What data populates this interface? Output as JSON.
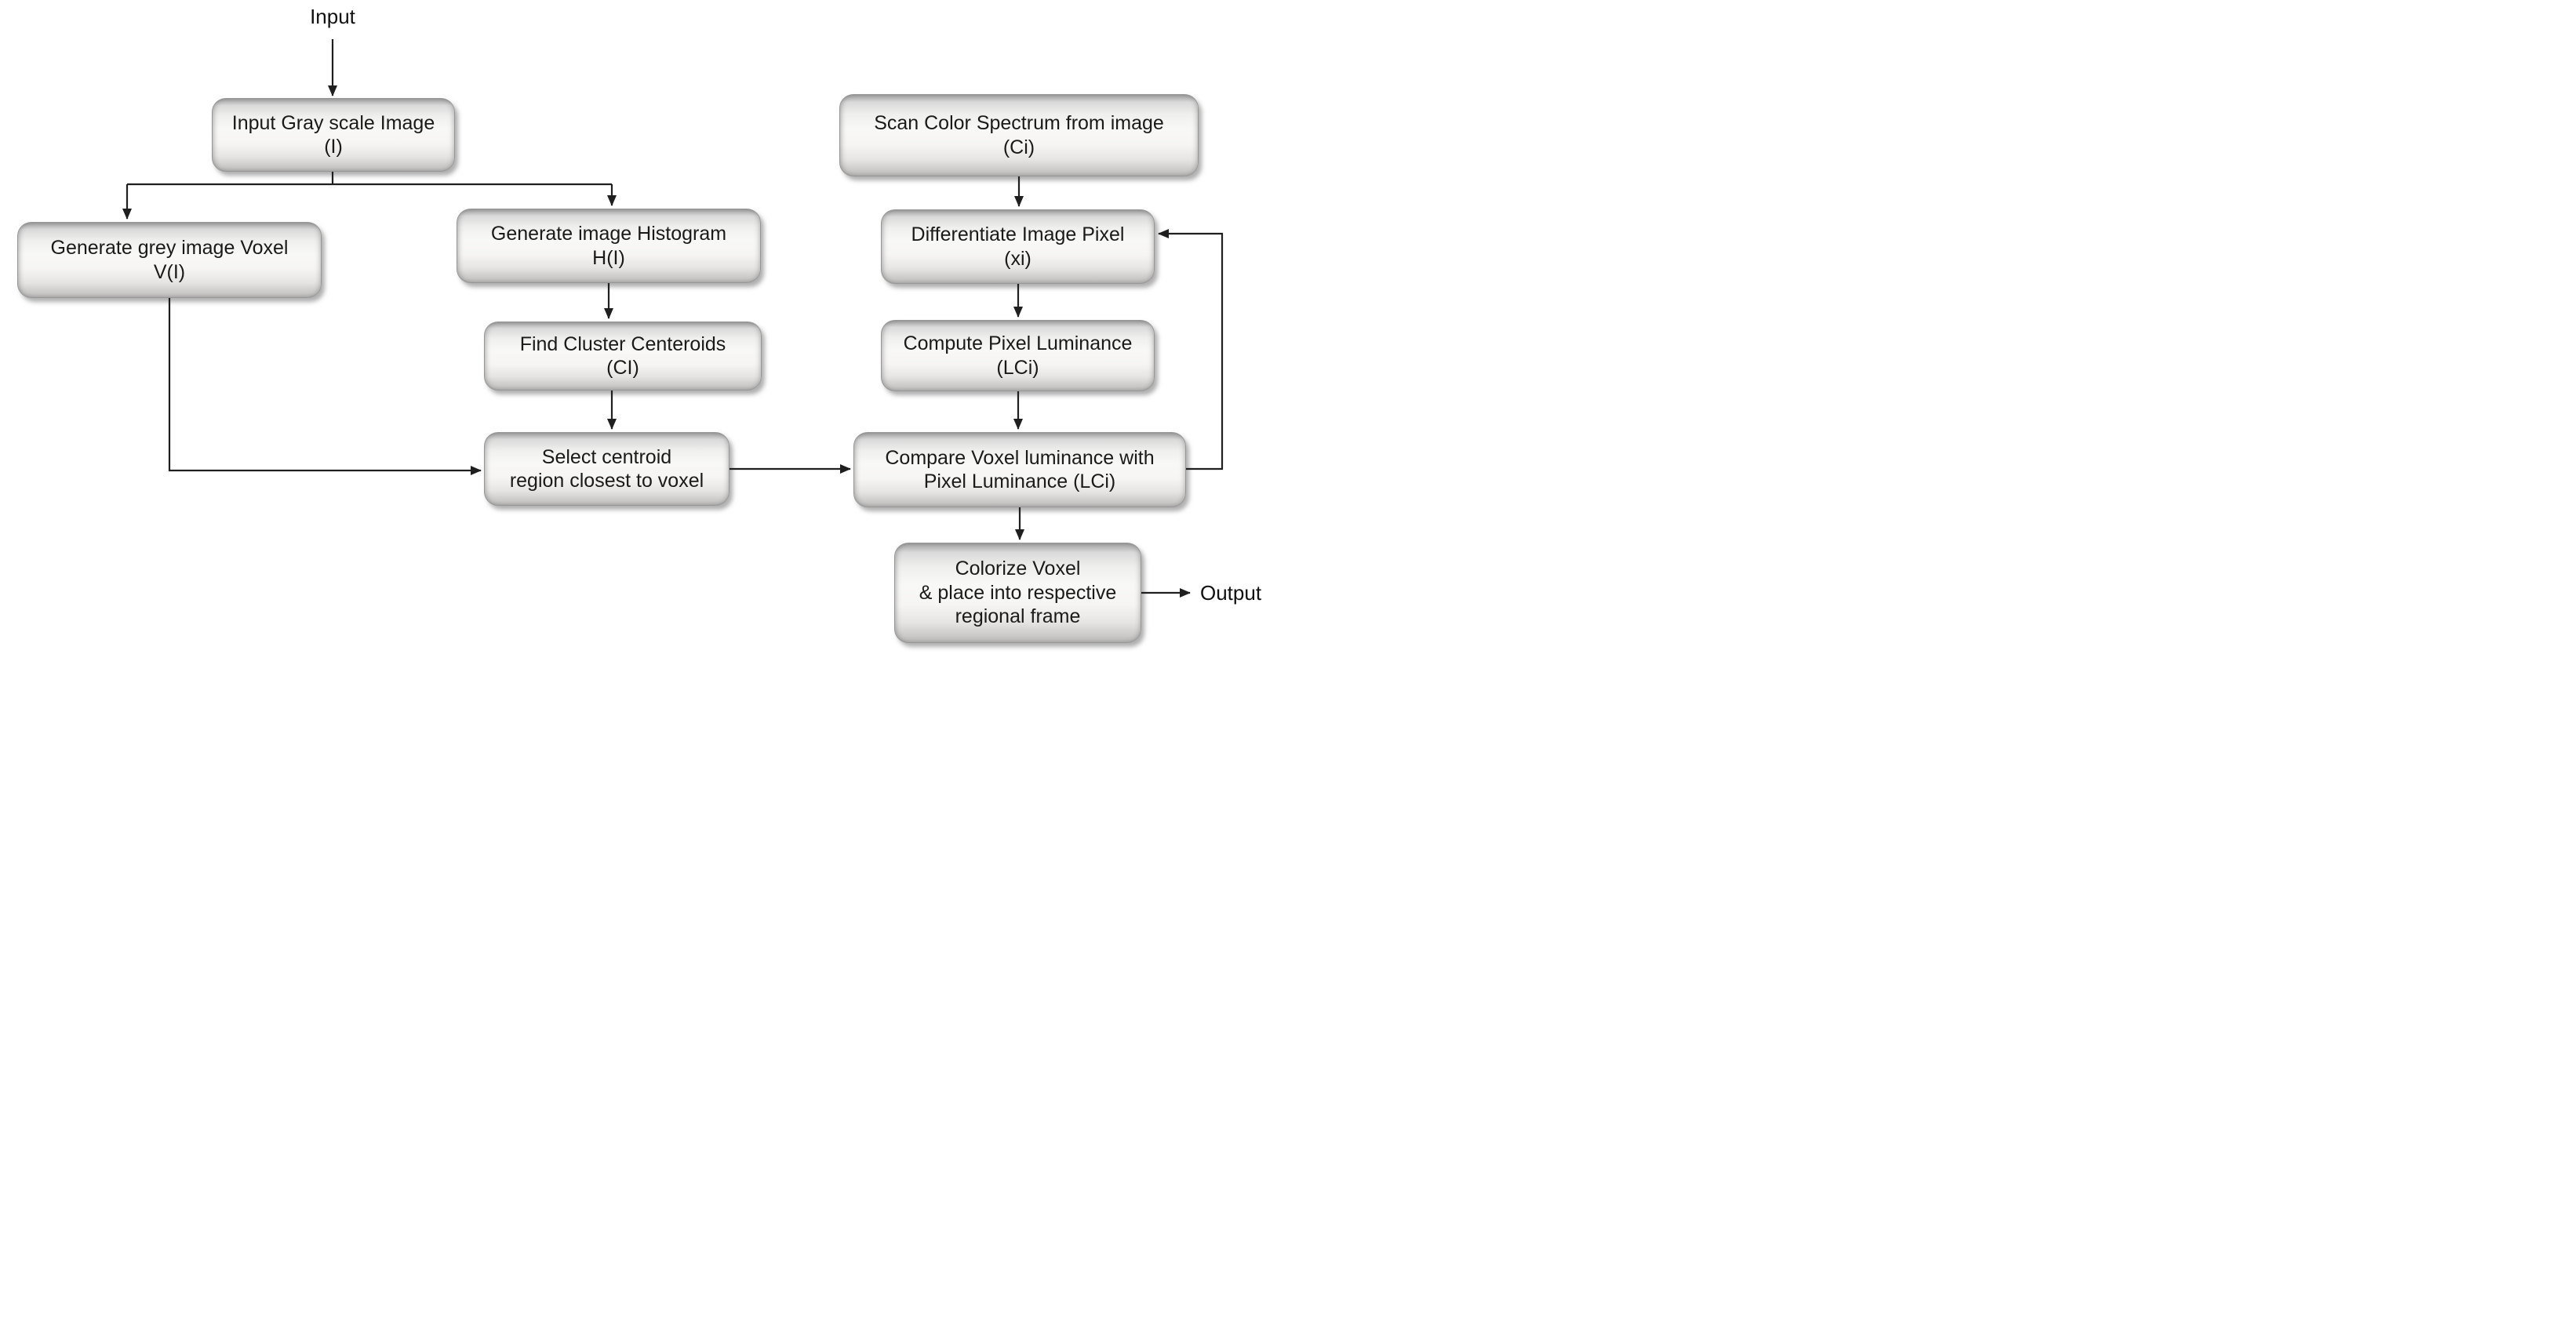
{
  "diagram": {
    "background_color": "#ffffff",
    "line_color": "#1f1f1f",
    "text_color": "#1a1a1a",
    "box_gradient": [
      "#9e9e9e",
      "#f8f8f6",
      "#b4b3b2"
    ],
    "labels": {
      "input": "Input",
      "output": "Output"
    },
    "nodes": [
      {
        "id": "input-gray-scale-image",
        "text": "Input Gray scale Image\n(I)"
      },
      {
        "id": "scan-color-spectrum",
        "text": "Scan Color Spectrum from image\n(Ci)"
      },
      {
        "id": "generate-grey-image-voxel",
        "text": "Generate grey image Voxel\nV(I)"
      },
      {
        "id": "generate-image-histogram",
        "text": "Generate image Histogram\nH(I)"
      },
      {
        "id": "differentiate-image-pixel",
        "text": "Differentiate Image Pixel\n(xi)"
      },
      {
        "id": "find-cluster-centeroids",
        "text": "Find Cluster Centeroids\n(CI)"
      },
      {
        "id": "compute-pixel-luminance",
        "text": "Compute Pixel Luminance\n(LCi)"
      },
      {
        "id": "select-centroid-region",
        "text": "Select  centroid\nregion closest to voxel"
      },
      {
        "id": "compare-voxel-luminance",
        "text": "Compare Voxel luminance with\nPixel Luminance (LCi)"
      },
      {
        "id": "colorize-voxel",
        "text": "Colorize Voxel\n& place into respective\nregional frame"
      }
    ]
  }
}
